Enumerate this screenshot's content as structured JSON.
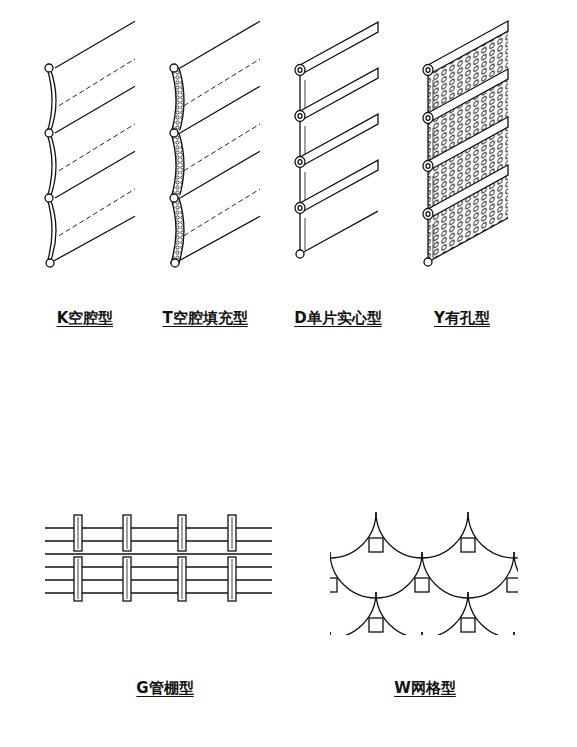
{
  "diagram": {
    "labels": [
      "K空腔型",
      "T空腔填充型",
      "D单片实心型",
      "Y有孔型",
      "G管棚型",
      "W网格型"
    ]
  }
}
